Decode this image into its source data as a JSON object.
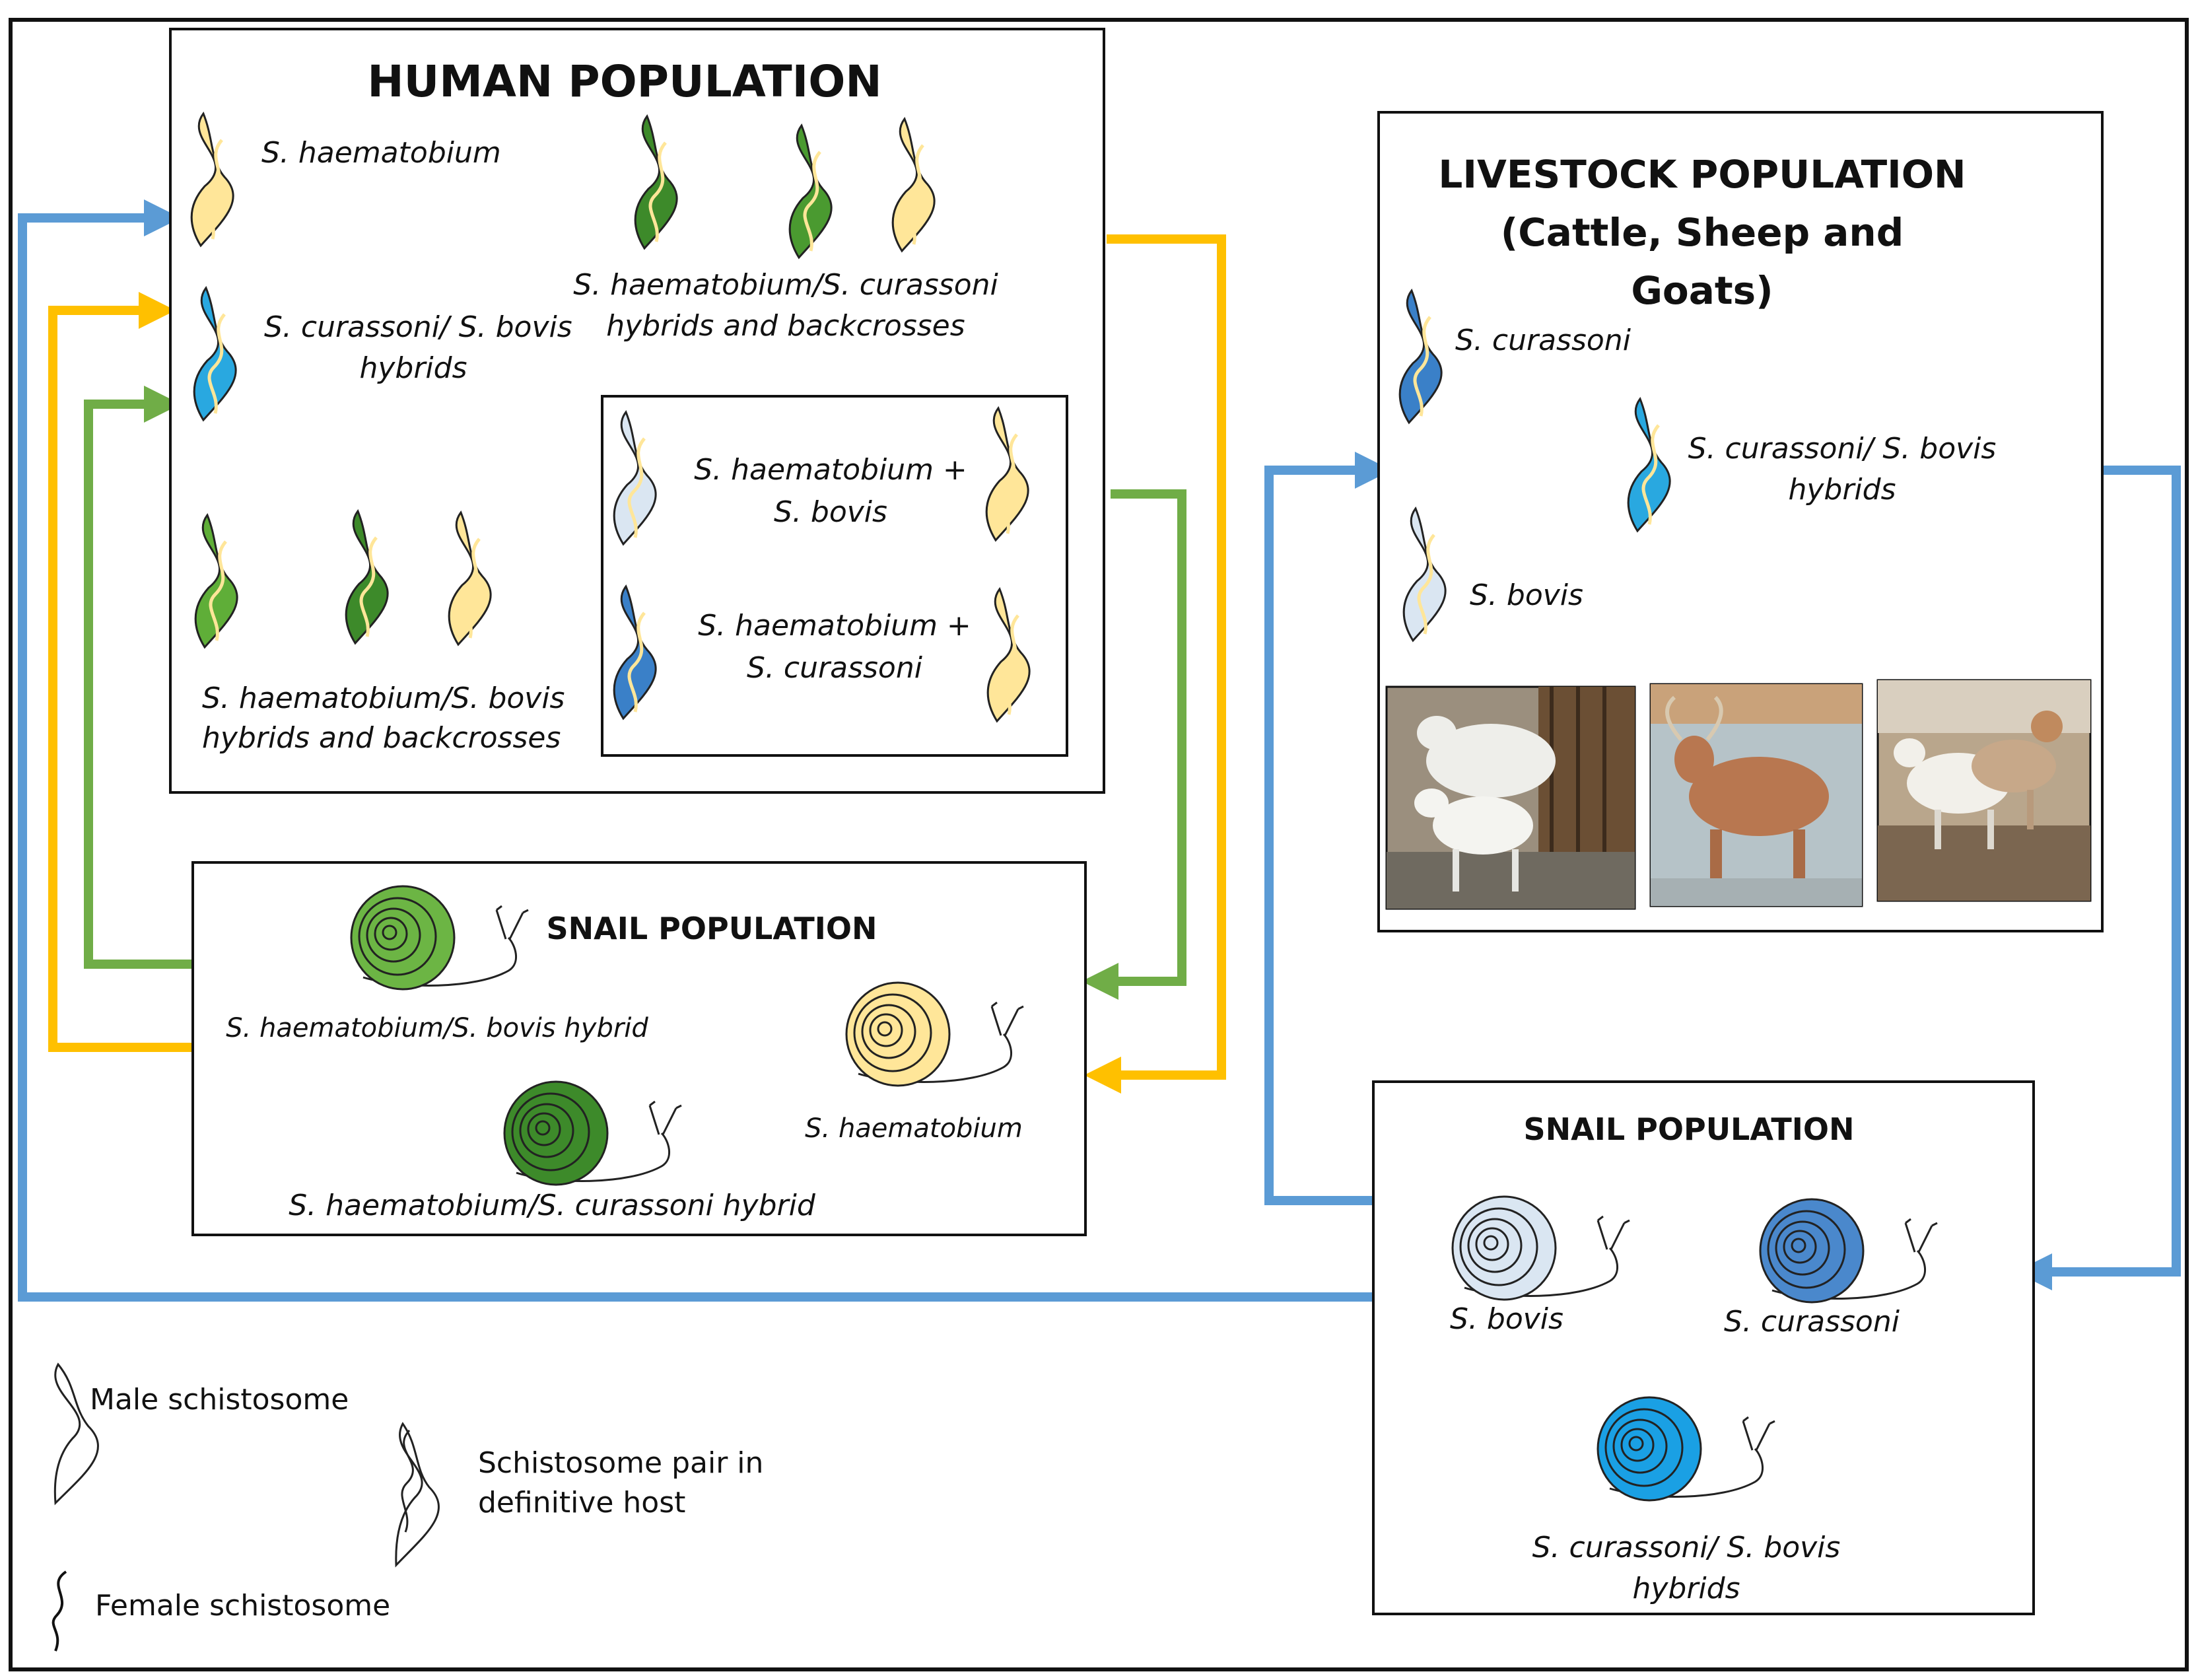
{
  "colors": {
    "blue_arrow": "#5b9bd5",
    "yellow_arrow": "#ffc000",
    "green_arrow": "#70ad47",
    "haematobium": "#ffe699",
    "curassoni_bovis_hybrid": "#29a8e0",
    "haem_curassoni_hybrid": "#3d8a2a",
    "haem_bovis_hybrid": "#5fae38",
    "bovis": "#dae6f2",
    "curassoni": "#3a80c8"
  },
  "human": {
    "title": "HUMAN POPULATION",
    "haematobium": "S. haematobium",
    "cb_hybrid_l1": "S. curassoni/ S. bovis",
    "cb_hybrid_l2": "hybrids",
    "hc_hybrid_l1": "S. haematobium/S. curassoni",
    "hc_hybrid_l2": "hybrids and backcrosses",
    "hb_hybrid_l1": "S. haematobium/S. bovis",
    "hb_hybrid_l2": "hybrids and backcrosses",
    "pair1_l1": "S. haematobium +",
    "pair1_l2": "S. bovis",
    "pair2_l1": "S. haematobium +",
    "pair2_l2": "S. curassoni"
  },
  "livestock": {
    "title_l1": "LIVESTOCK POPULATION",
    "title_l2": "(Cattle, Sheep and",
    "title_l3": "Goats)",
    "curassoni": "S. curassoni",
    "cb_hybrid_l1": "S. curassoni/ S. bovis",
    "cb_hybrid_l2": "hybrids",
    "bovis": "S. bovis"
  },
  "snail_left": {
    "title": "SNAIL POPULATION",
    "hb_hybrid": "S. haematobium/S. bovis hybrid",
    "haematobium": "S. haematobium",
    "hc_hybrid": "S. haematobium/S. curassoni  hybrid"
  },
  "snail_right": {
    "title": "SNAIL POPULATION",
    "bovis": "S. bovis",
    "curassoni": "S. curassoni",
    "cb_hybrid_l1": "S. curassoni/ S. bovis",
    "cb_hybrid_l2": "hybrids"
  },
  "legend": {
    "male": "Male schistosome",
    "pair_l1": "Schistosome pair in",
    "pair_l2": "definitive host",
    "female": "Female schistosome"
  }
}
